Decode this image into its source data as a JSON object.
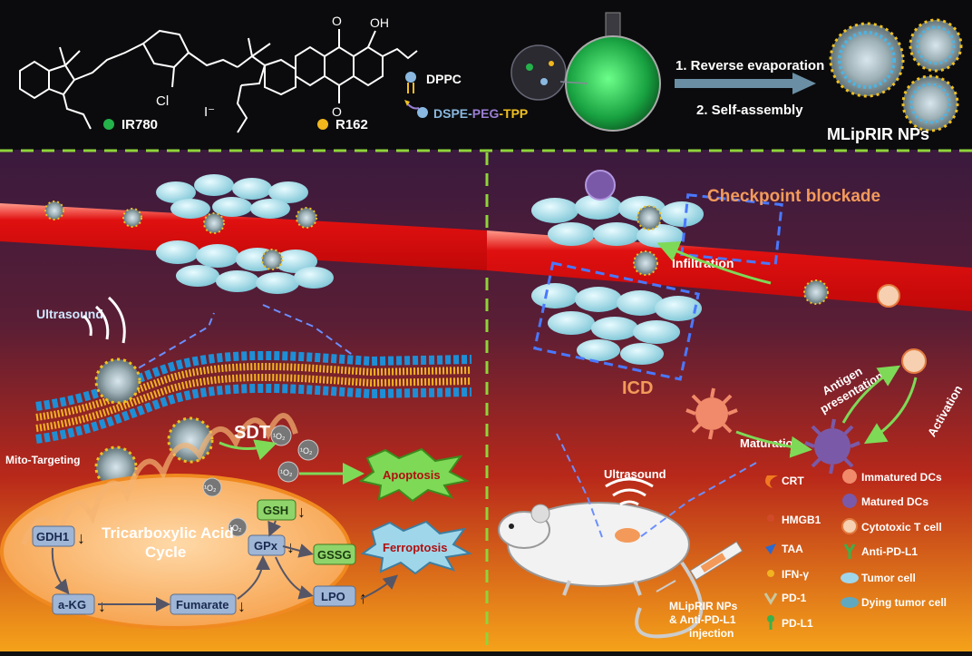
{
  "top": {
    "ir780_label": "IR780",
    "iodide_label": "I⁻",
    "chloro_label": "Cl",
    "r162_label": "R162",
    "dppc_label": "DPPC",
    "lipid_prefix": "DSPE-",
    "peg_label": "PEG",
    "tpp_label": "-TPP",
    "step1": "1. Reverse evaporation",
    "step2": "2. Self-assembly",
    "product": "MLipRIR NPs",
    "colors": {
      "peg": "#9b7fd4",
      "tpp": "#f0c020"
    }
  },
  "left": {
    "ultrasound": "Ultrasound",
    "mito_targeting": "Mito-Targeting",
    "sdt": "SDT",
    "ros": "¹O₂",
    "apoptosis": "Apoptosis",
    "ferroptosis": "Ferroptosis",
    "tca": "Tricarboxylic Acid",
    "tca2": "Cycle",
    "gdh1": "GDH1",
    "akg": "a-KG",
    "fumarate": "Fumarate",
    "gsh": "GSH",
    "gpx": "GPx",
    "gssg": "GSSG",
    "lpo": "LPO"
  },
  "right": {
    "checkpoint": "Checkpoint blockade",
    "infiltration": "Infiltration",
    "icd": "ICD",
    "antigen": "Antigen",
    "presentation": "presentation",
    "maturation": "Maturation",
    "activation": "Activation",
    "ultrasound": "Ultrasound",
    "injection1": "MLipRIR NPs",
    "injection2": "& Anti-PD-L1",
    "injection3": "injection"
  },
  "legend": {
    "crt": "CRT",
    "hmgb1": "HMGB1",
    "taa": "TAA",
    "ifn": "IFN-γ",
    "pd1": "PD-1",
    "pdl1": "PD-L1",
    "immature_dc": "Immatured DCs",
    "mature_dc": "Matured DCs",
    "tcell": "Cytotoxic T cell",
    "antipdl1": "Anti-PD-L1",
    "tumor": "Tumor cell",
    "dying": "Dying tumor cell"
  }
}
